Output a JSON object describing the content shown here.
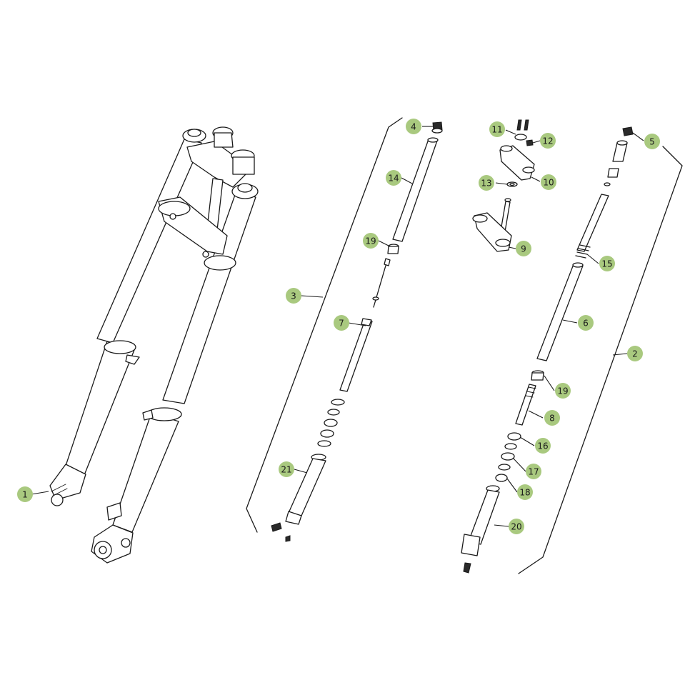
{
  "diagram": {
    "callout_color": "#a9c97f",
    "callouts": [
      {
        "id": "c1",
        "label": "1"
      },
      {
        "id": "c2",
        "label": "2"
      },
      {
        "id": "c3",
        "label": "3"
      },
      {
        "id": "c4",
        "label": "4"
      },
      {
        "id": "c5",
        "label": "5"
      },
      {
        "id": "c6",
        "label": "6"
      },
      {
        "id": "c7",
        "label": "7"
      },
      {
        "id": "c8",
        "label": "8"
      },
      {
        "id": "c9",
        "label": "9"
      },
      {
        "id": "c10",
        "label": "10"
      },
      {
        "id": "c11",
        "label": "11"
      },
      {
        "id": "c12",
        "label": "12"
      },
      {
        "id": "c13",
        "label": "13"
      },
      {
        "id": "c14",
        "label": "14"
      },
      {
        "id": "c15",
        "label": "15"
      },
      {
        "id": "c16",
        "label": "16"
      },
      {
        "id": "c17",
        "label": "17"
      },
      {
        "id": "c18",
        "label": "18"
      },
      {
        "id": "c19a",
        "label": "19"
      },
      {
        "id": "c19b",
        "label": "19"
      },
      {
        "id": "c20",
        "label": "20"
      },
      {
        "id": "c21",
        "label": "21"
      }
    ]
  }
}
